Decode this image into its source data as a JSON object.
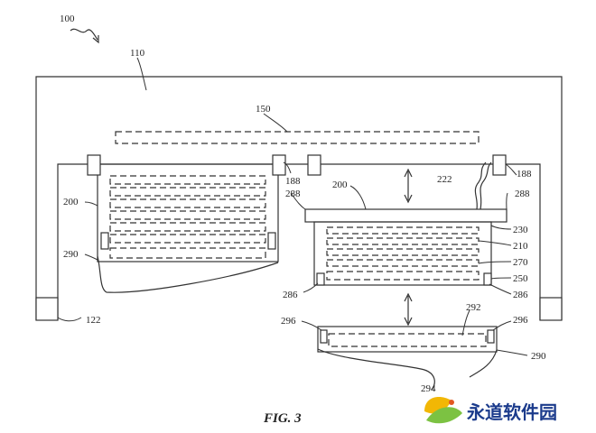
{
  "figure": {
    "caption": "FIG. 3",
    "labels": {
      "l100": "100",
      "l110": "110",
      "l150": "150",
      "l122": "122",
      "l200a": "200",
      "l290a": "290",
      "l188a": "188",
      "l288a": "288",
      "l188b": "188",
      "l200b": "200",
      "l222": "222",
      "l288b": "288",
      "l230": "230",
      "l210": "210",
      "l270": "270",
      "l250": "250",
      "l286a": "286",
      "l286b": "286",
      "l296a": "296",
      "l292": "292",
      "l296b": "296",
      "l290b": "290",
      "l294": "294"
    }
  },
  "watermark": {
    "text": "永道软件园",
    "colors": {
      "leaf_yellow": "#f2b705",
      "leaf_green": "#7cc242",
      "text": "#1b3b8c"
    }
  }
}
